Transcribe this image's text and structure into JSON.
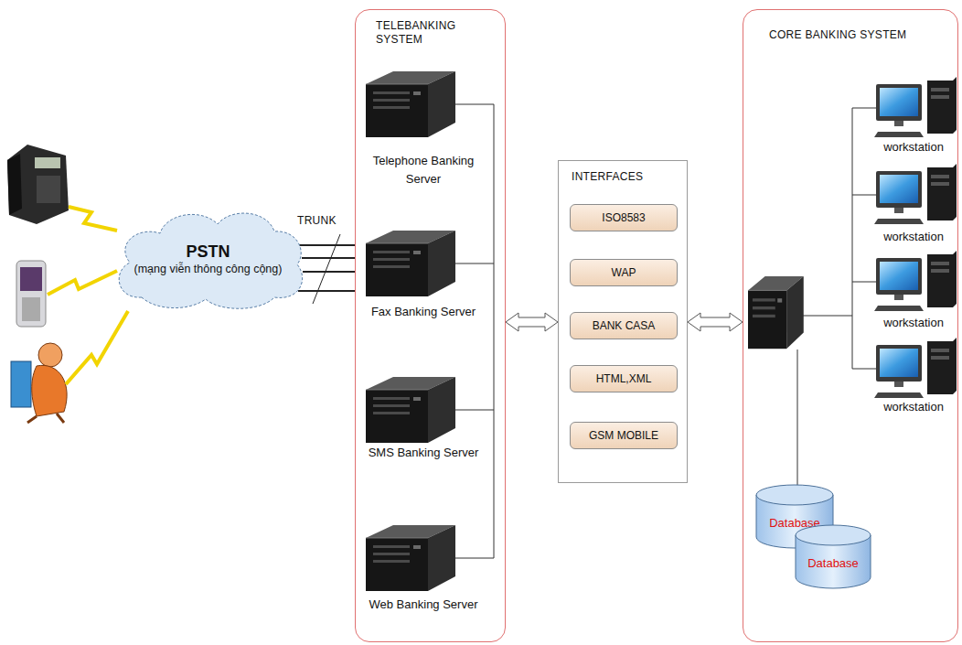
{
  "diagram": {
    "nodes": [
      {
        "text": [
          "PSTN",
          "(mạng viễn thông công cộng)"
        ]
      },
      {
        "text": [
          "TELEBANKING SYSTEM"
        ]
      },
      {
        "text": [
          "Telephone Banking Server"
        ],
        "in": 1
      },
      {
        "text": [
          "Fax Banking Server"
        ],
        "in": 1
      },
      {
        "text": [
          "SMS Banking Server"
        ],
        "in": 1
      },
      {
        "text": [
          "Web Banking Server"
        ],
        "in": 1
      },
      {
        "text": [
          "INTERFACES"
        ]
      },
      {
        "text": [
          "ISO8583"
        ],
        "in": 6
      },
      {
        "text": [
          "WAP"
        ],
        "in": 6
      },
      {
        "text": [
          "BANK CASA"
        ],
        "in": 6
      },
      {
        "text": [
          "HTML,XML"
        ],
        "in": 6
      },
      {
        "text": [
          "GSM MOBILE"
        ],
        "in": 6
      },
      {
        "text": [
          "CORE BANKING SYSTEM"
        ]
      },
      {
        "text": [
          "workstation"
        ],
        "in": 12
      },
      {
        "text": [
          "workstation"
        ],
        "in": 12
      },
      {
        "text": [
          "workstation"
        ],
        "in": 12
      },
      {
        "text": [
          "workstation"
        ],
        "in": 12
      },
      {
        "text": [
          "Database"
        ],
        "in": 12
      },
      {
        "text": [
          "Database"
        ],
        "in": 12
      }
    ],
    "edges": [
      {
        "from": 0,
        "to": 1,
        "label": "TRUNK",
        "arrow": "none"
      },
      {
        "from": 1,
        "to": 6,
        "arrow": "both"
      },
      {
        "from": 6,
        "to": 12,
        "arrow": "both"
      }
    ]
  }
}
